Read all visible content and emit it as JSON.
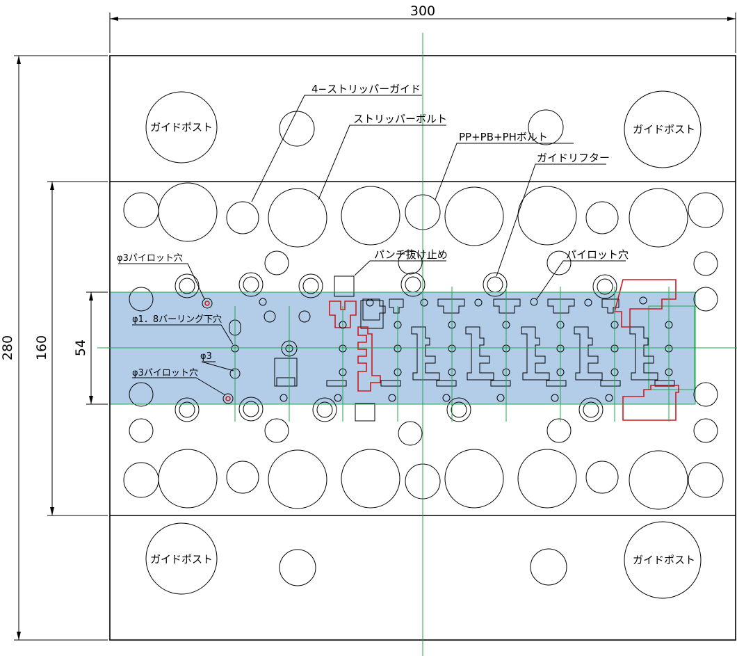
{
  "dimensions": {
    "width": "300",
    "height": "280",
    "inner": "160",
    "strip": "54"
  },
  "labels": {
    "guide_post": "ガイドポスト",
    "stripper_guide": "4−ストリッパーガイド",
    "stripper_bolt": "ストリッパーボルト",
    "pp_pb_ph_bolt": "PP+PB+PHボルト",
    "guide_lifter": "ガイドリフター",
    "punch_stopper": "パンチ抜け止め",
    "pilot_hole": "パイロット穴",
    "pilot_hole_3_top": "φ3パイロット穴",
    "burring_hole": "φ1．8バーリング下穴",
    "phi3": "φ3",
    "pilot_hole_3_bottom": "φ3パイロット穴"
  },
  "colors": {
    "strip_fill": "#b3cde9",
    "centerline": "#18a84c",
    "outline": "#000000",
    "highlight": "#cc1a1a"
  }
}
